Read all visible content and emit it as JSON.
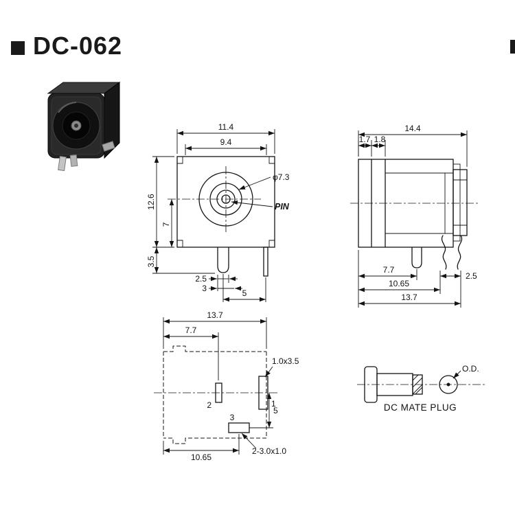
{
  "page": {
    "title": "DC-062"
  },
  "front": {
    "dim_w_outer": "11.4",
    "dim_w_inner": "9.4",
    "dim_h": "12.6",
    "dim_h_center": "7",
    "dim_pin_len": "3.5",
    "dia": "φ7.3",
    "pin": "PIN",
    "dim_a": "2.5",
    "dim_b": "3",
    "dim_c": "5"
  },
  "side": {
    "dim_total": "14.4",
    "dim_s1": "1.7",
    "dim_s2": "1.8",
    "dim_p1": "7.7",
    "dim_p2": "10.65",
    "dim_p3": "13.7",
    "dim_p4": "2.5"
  },
  "bottom": {
    "dim_w": "13.7",
    "dim_pad2_x": "7.7",
    "slot": "1.0x3.5",
    "pad1": "1",
    "pad2": "2",
    "pad3": "3",
    "dim_pad3_y": "5",
    "holes": "2-3.0x1.0",
    "dim_pad3_x": "10.65"
  },
  "plug": {
    "od": "O.D.",
    "caption": "DC MATE PLUG"
  }
}
